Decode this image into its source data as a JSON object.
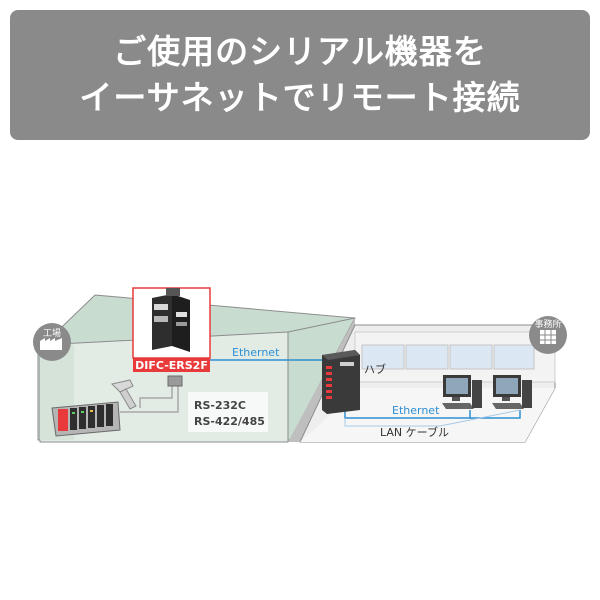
{
  "banner": {
    "line1": "ご使用のシリアル機器を",
    "line2": "イーサネットでリモート接続"
  },
  "diagram": {
    "factory_label": "工場",
    "office_label": "事務所",
    "device_label": "DIFC-ERS2F",
    "ethernet_label_1": "Ethernet",
    "ethernet_label_2": "Ethernet",
    "hub_label": "ハブ",
    "lan_cable_label": "LAN ケーブル",
    "serial_label_1": "RS-232C",
    "serial_label_2": "RS-422/485"
  },
  "colors": {
    "banner_bg": "#8a8a8a",
    "accent_red": "#e83a3a",
    "ethernet_blue": "#2d8fd4"
  }
}
